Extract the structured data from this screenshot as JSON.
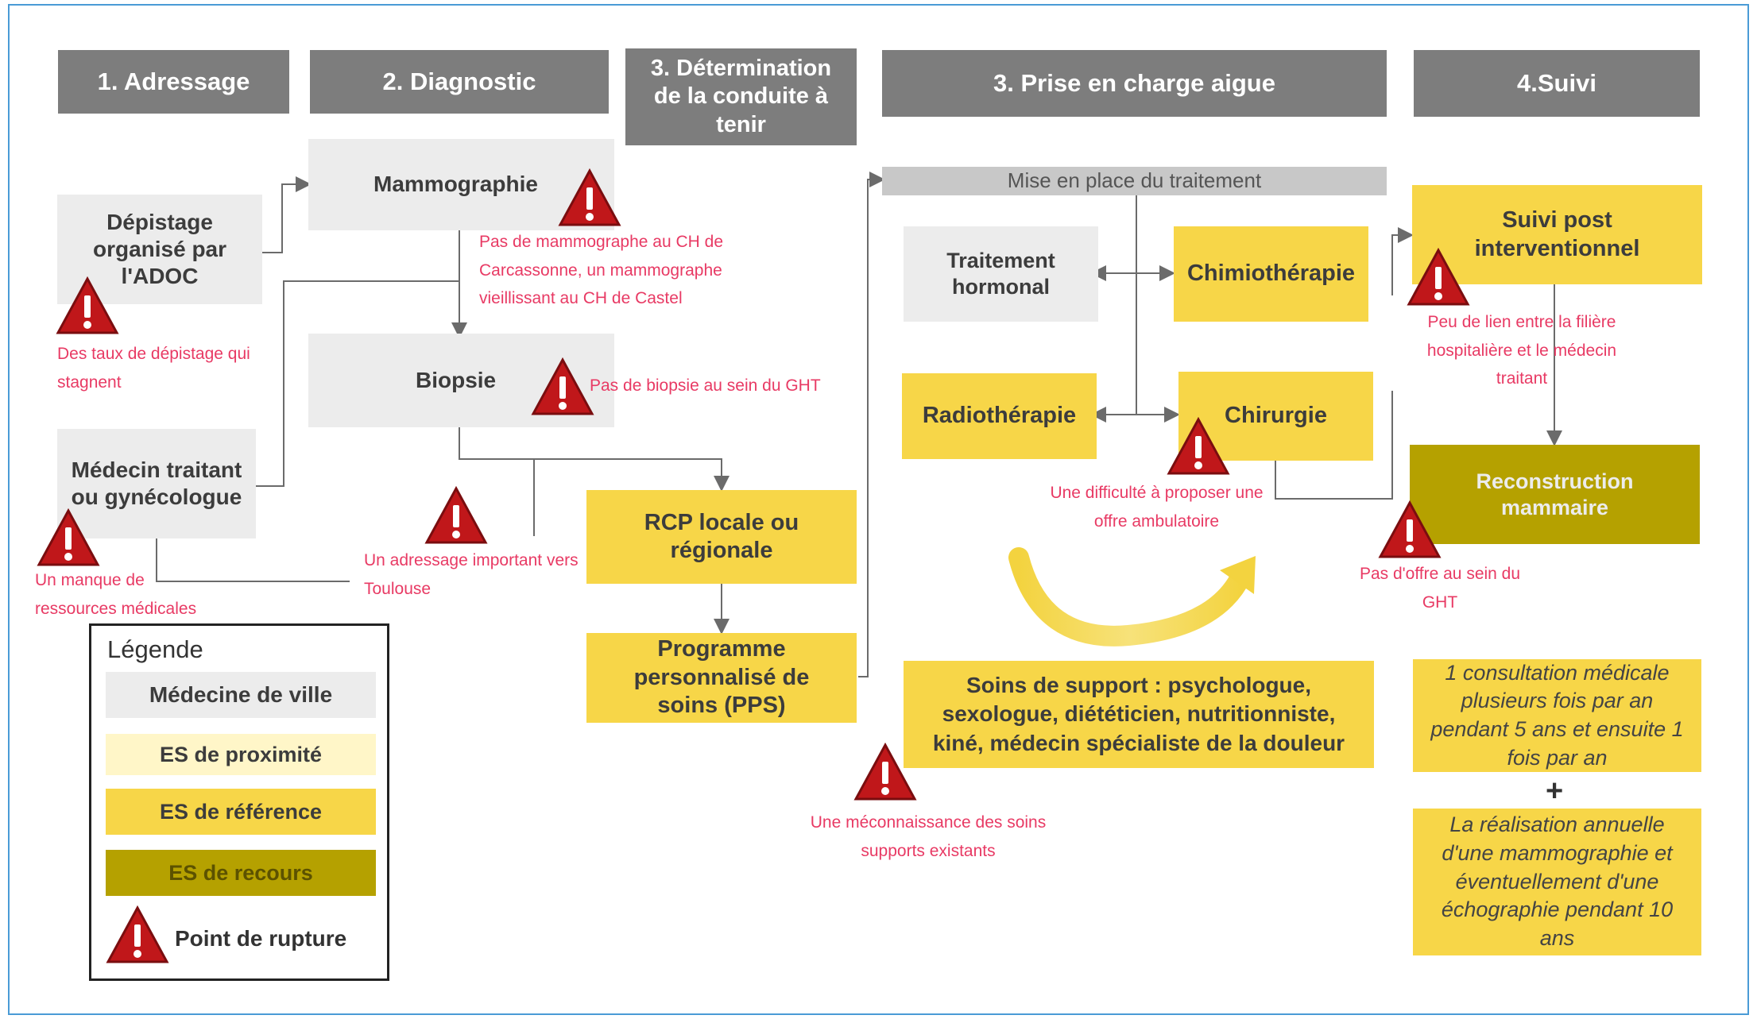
{
  "headers": {
    "adressage": "1. Adressage",
    "diagnostic": "2. Diagnostic",
    "determination": "3. Détermination de la conduite à tenir",
    "prise_en_charge": "3. Prise en charge aigue",
    "suivi": "4.Suivi"
  },
  "boxes": {
    "depistage": "Dépistage organisé par l'ADOC",
    "medecin": "Médecin traitant ou gynécologue",
    "mammographie": "Mammographie",
    "biopsie": "Biopsie",
    "rcp": "RCP locale ou régionale",
    "pps": "Programme personnalisé de soins (PPS)",
    "mise_en_place": "Mise en place du traitement",
    "traitement_hormonal": "Traitement hormonal",
    "chimiotherapie": "Chimiothérapie",
    "radiotherapie": "Radiothérapie",
    "chirurgie": "Chirurgie",
    "soins_support": "Soins de support : psychologue, sexologue, diététicien, nutritionniste, kiné, médecin spécialiste de la douleur",
    "suivi_post": "Suivi post interventionnel",
    "reconstruction": "Reconstruction mammaire",
    "consultation": "1 consultation médicale plusieurs fois par an pendant 5 ans et ensuite 1 fois par an",
    "plus": "+",
    "mammo_annuelle": "La réalisation annuelle d'une mammographie et éventuellement d'une échographie pendant 10 ans"
  },
  "ruptures": {
    "depistage": "Des taux de dépistage qui stagnent",
    "ressources": "Un manque de ressources médicales",
    "mammographe": "Pas de mammographe au CH de Carcassonne, un mammographe vieillissant au CH de Castel",
    "biopsie": "Pas de biopsie au sein du GHT",
    "toulouse": "Un adressage important vers Toulouse",
    "ambulatoire": "Une difficulté à proposer une offre ambulatoire",
    "soins_supports": "Une méconnaissance des soins supports existants",
    "lien": "Peu de lien entre la filière hospitalière et le médecin traitant",
    "offre_ght": "Pas d'offre au sein du GHT"
  },
  "legend": {
    "title": "Légende",
    "medecine_ville": "Médecine de ville",
    "es_proximite": "ES de proximité",
    "es_reference": "ES de référence",
    "es_recours": "ES de recours",
    "point_rupture": "Point de rupture"
  },
  "colors": {
    "header": "#7d7d7d",
    "medecine_ville": "#ececec",
    "es_proximite": "#fff6c8",
    "es_reference": "#f7d648",
    "es_recours": "#b5a100",
    "rupture_text": "#e83a64",
    "warning": "#c0171a"
  }
}
